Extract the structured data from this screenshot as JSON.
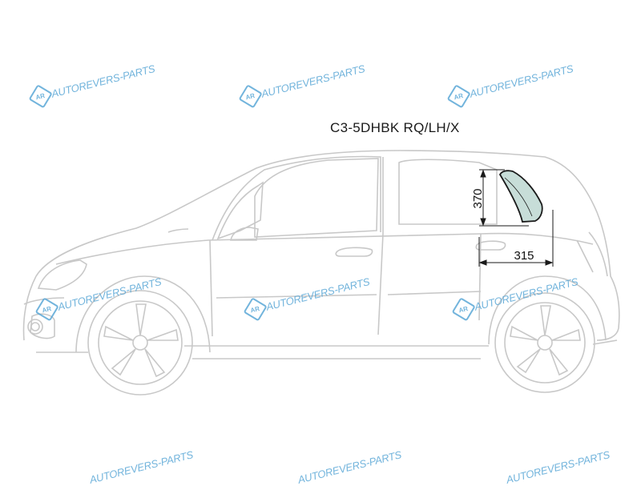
{
  "part_code": "C3-5DHBK RQ/LH/X",
  "dimensions": {
    "height_mm": "370",
    "width_mm": "315"
  },
  "watermark": {
    "logo_text": "AR",
    "brand": "AUTOREVERS-PARTS",
    "color": "#5aa7d6"
  },
  "colors": {
    "car_outline": "#c8c8c8",
    "glass_fill": "#c7ddd8",
    "glass_outline": "#1a1a1a",
    "dimension_lines": "#1a1a1a"
  }
}
